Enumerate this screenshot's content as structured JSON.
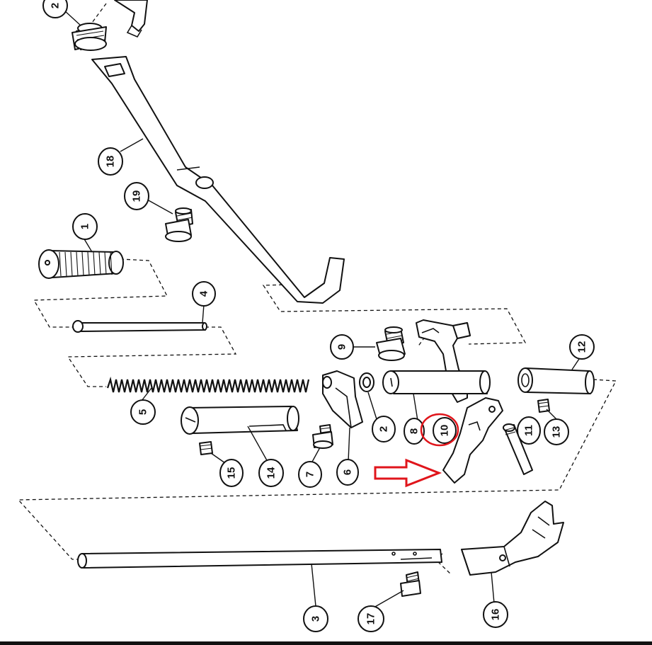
{
  "diagram": {
    "highlight_color": "#e0151b",
    "callouts": [
      {
        "id": "c2-top",
        "label": "2"
      },
      {
        "id": "c18",
        "label": "18"
      },
      {
        "id": "c19",
        "label": "19"
      },
      {
        "id": "c1",
        "label": "1"
      },
      {
        "id": "c4",
        "label": "4"
      },
      {
        "id": "c9",
        "label": "9"
      },
      {
        "id": "c12",
        "label": "12"
      },
      {
        "id": "c5",
        "label": "5"
      },
      {
        "id": "c2",
        "label": "2"
      },
      {
        "id": "c8",
        "label": "8"
      },
      {
        "id": "c10",
        "label": "10"
      },
      {
        "id": "c11",
        "label": "11"
      },
      {
        "id": "c13",
        "label": "13"
      },
      {
        "id": "c15",
        "label": "15"
      },
      {
        "id": "c14",
        "label": "14"
      },
      {
        "id": "c7",
        "label": "7"
      },
      {
        "id": "c6",
        "label": "6"
      },
      {
        "id": "c3",
        "label": "3"
      },
      {
        "id": "c17",
        "label": "17"
      },
      {
        "id": "c16",
        "label": "16"
      }
    ]
  }
}
